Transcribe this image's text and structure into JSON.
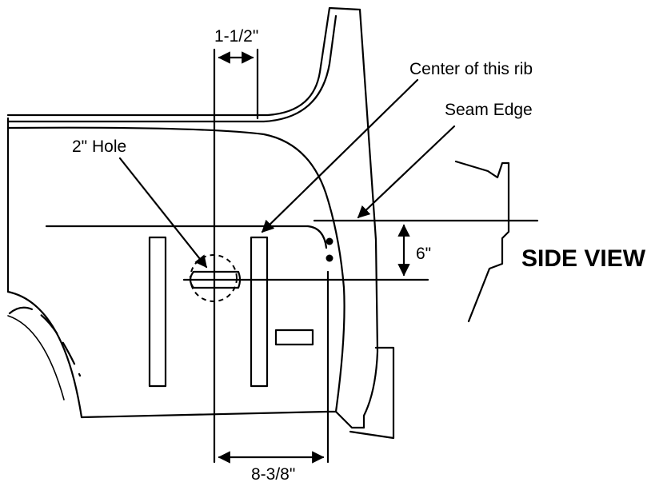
{
  "labels": {
    "dim_top": "1-1/2\"",
    "dim_bottom": "8-3/8\"",
    "dim_side": "6\"",
    "hole": "2\" Hole",
    "rib_center": "Center of this rib",
    "seam_edge": "Seam Edge",
    "side_view": "SIDE VIEW"
  }
}
